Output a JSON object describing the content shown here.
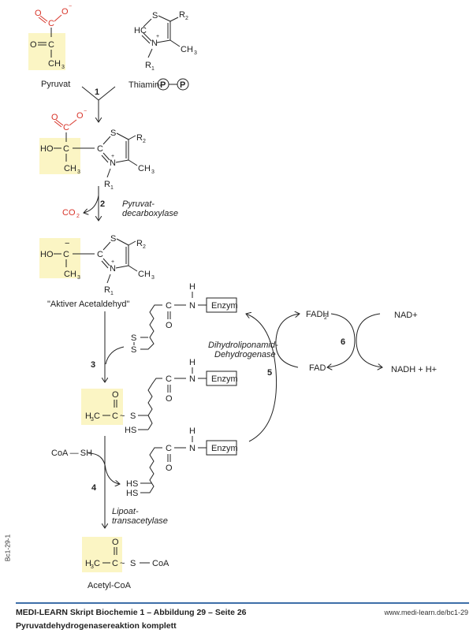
{
  "diagram": {
    "title": "Pyruvatdehydrogenasereaktion komplett",
    "colors": {
      "accent_red": "#d8352a",
      "highlight": "#fbf5c4",
      "footer_rule": "#3e6fa8"
    },
    "labels": {
      "pyruvat": "Pyruvat",
      "thiamin": "Thiamin-",
      "phosphate": "P",
      "step1": "1",
      "step2": "2",
      "step3": "3",
      "step4": "4",
      "step5": "5",
      "step6": "6",
      "co2": "CO",
      "co2_sub": "2",
      "enzyme2_line1": "Pyruvat-",
      "enzyme2_line2": "decarboxylase",
      "aktiver": "\"Aktiver Acetaldehyd\"",
      "enzyme5_line1": "Dihydroliponamid-",
      "enzyme5_line2": "Dehydrogenase",
      "enzyme4_line1": "Lipoat-",
      "enzyme4_line2": "transacetylase",
      "fadh2": "FADH",
      "fadh2_sub": "2",
      "fad": "FAD",
      "nad": "NAD+",
      "nadh": "NADH + H+",
      "coa_sh": "CoA — SH",
      "acetyl_coa": "Acetyl-CoA",
      "enzym": "Enzym"
    },
    "atoms": {
      "O": "O",
      "C": "C",
      "S": "S",
      "N": "N",
      "H": "H",
      "HO": "HO",
      "CH3": "CH",
      "sub3": "3",
      "H3C": "H",
      "HC": "HC",
      "R1": "R",
      "R2": "R",
      "sub1": "1",
      "sub2": "2",
      "HS": "HS",
      "CoA": "CoA",
      "minus": "−",
      "plus": "+",
      "tilde": "~"
    }
  },
  "footer": {
    "line1": "MEDI-LEARN Skript Biochemie 1 – Abbildung 29 – Seite 26",
    "line2": "Pyruvatdehydrogenasereaktion komplett",
    "url": "www.medi-learn.de/bc1-29",
    "side_code": "Bc1-29-1"
  }
}
